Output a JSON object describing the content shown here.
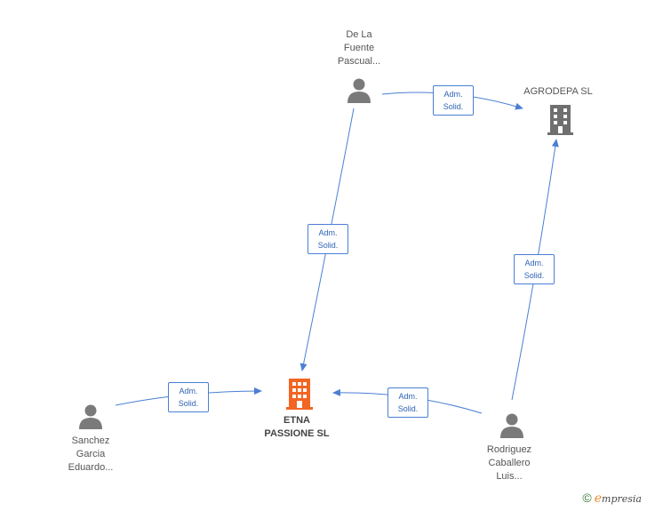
{
  "colors": {
    "edge": "#4a7fd4",
    "person_icon": "#7a7a7a",
    "company_icon": "#6f6f6f",
    "company_main_icon": "#f26522"
  },
  "nodes": {
    "delafuente": {
      "label": "De La\nFuente\nPascual...",
      "icon": "person-icon"
    },
    "agrodepa": {
      "label": "AGRODEPA SL",
      "icon": "building-icon"
    },
    "etna": {
      "label": "ETNA\nPASSIONE SL",
      "icon": "building-icon"
    },
    "sanchez": {
      "label": "Sanchez\nGarcia\nEduardo...",
      "icon": "person-icon"
    },
    "rodriguez": {
      "label": "Rodriguez\nCaballero\nLuis...",
      "icon": "person-icon"
    }
  },
  "edges": [
    {
      "from": "delafuente",
      "to": "agrodepa",
      "label": "Adm.\nSolid."
    },
    {
      "from": "delafuente",
      "to": "etna",
      "label": "Adm.\nSolid."
    },
    {
      "from": "sanchez",
      "to": "etna",
      "label": "Adm.\nSolid."
    },
    {
      "from": "rodriguez",
      "to": "etna",
      "label": "Adm.\nSolid."
    },
    {
      "from": "rodriguez",
      "to": "agrodepa",
      "label": "Adm.\nSolid."
    }
  ],
  "footer": {
    "copyright_symbol": "©",
    "brand_initial": "e",
    "brand_rest": "mpresia"
  }
}
